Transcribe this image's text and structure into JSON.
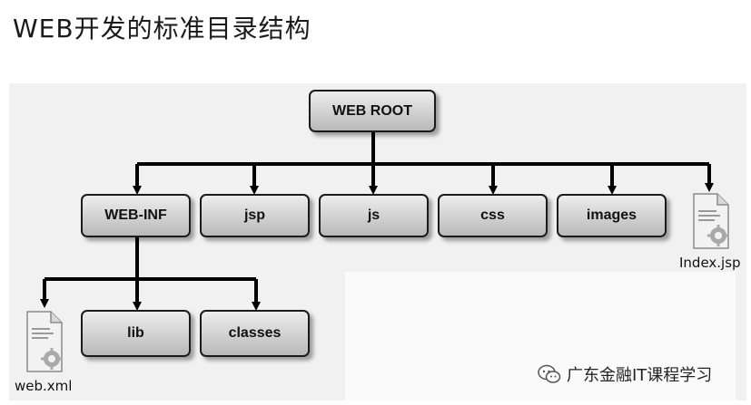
{
  "title": "WEB开发的标准目录结构",
  "nodes": {
    "root": "WEB ROOT",
    "webinf": "WEB-INF",
    "jsp": "jsp",
    "js": "js",
    "css": "css",
    "images": "images",
    "lib": "lib",
    "classes": "classes"
  },
  "files": {
    "index": "Index.jsp",
    "webxml": "web.xml"
  },
  "watermark": "广东金融IT课程学习",
  "icons": [
    "file-gear-icon",
    "wechat-icon"
  ],
  "colors": {
    "box_top": "#ededed",
    "box_bottom": "#b9b9b9",
    "line": "#000000",
    "panel": "#f1f1f1"
  }
}
